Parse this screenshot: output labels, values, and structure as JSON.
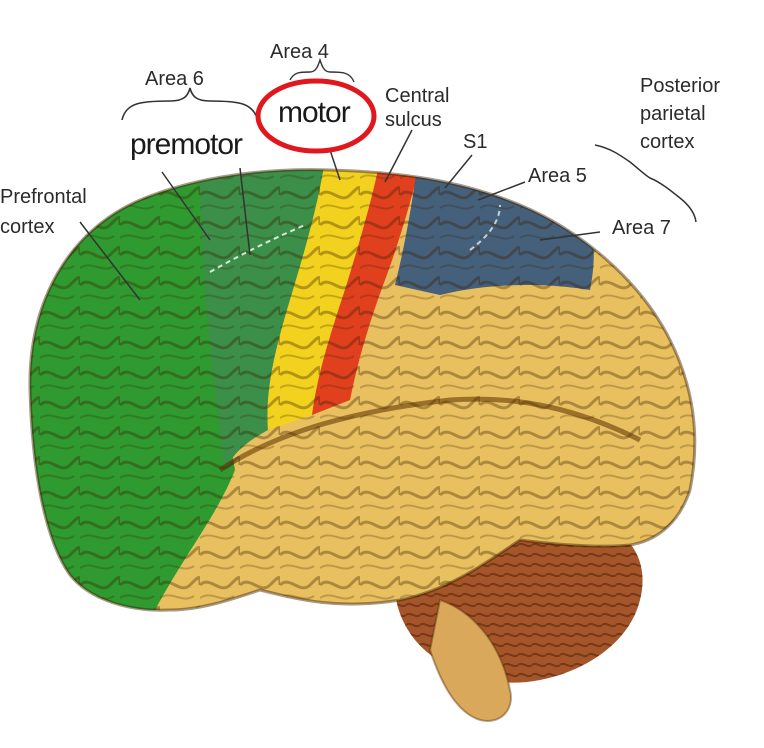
{
  "labels": {
    "area4": "Area 4",
    "area6": "Area 6",
    "motor": "motor",
    "premotor": "premotor",
    "central_sulcus": [
      "Central",
      "sulcus"
    ],
    "s1": "S1",
    "posterior_parietal": [
      "Posterior",
      "parietal",
      "cortex"
    ],
    "area5": "Area 5",
    "area7": "Area 7",
    "prefrontal": [
      "Prefrontal",
      "cortex"
    ]
  },
  "colors": {
    "prefrontal_green": "#2f9a2f",
    "premotor_green": "#3a8f4a",
    "motor_yellow": "#f2d21e",
    "s1_red": "#e0401e",
    "parietal_blue": "#44607a",
    "cortex_tan": "#e8c060",
    "cerebellum_brown": "#a5552a",
    "highlight_circle": "#e0181e"
  }
}
